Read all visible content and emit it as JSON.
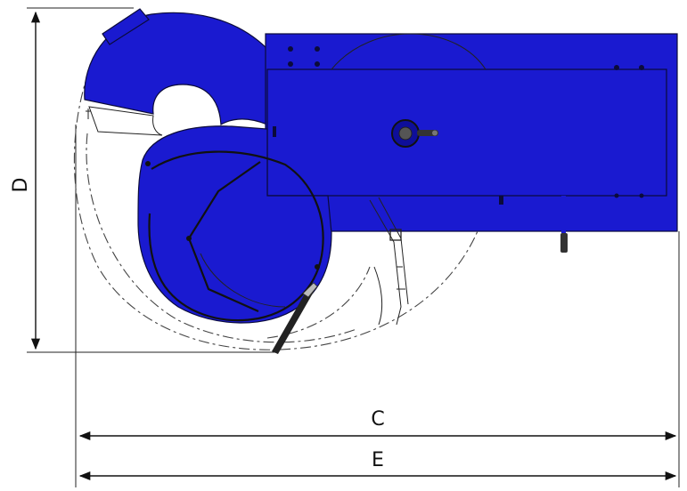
{
  "diagram": {
    "dimensions": [
      {
        "id": "D",
        "label": "D",
        "orientation": "vertical"
      },
      {
        "id": "C",
        "label": "C",
        "orientation": "horizontal"
      },
      {
        "id": "E",
        "label": "E",
        "orientation": "horizontal"
      }
    ],
    "colors": {
      "body": "#1a1ad0",
      "body_dark": "#0e0e9a",
      "lines": "#111111",
      "background": "#ffffff"
    }
  }
}
